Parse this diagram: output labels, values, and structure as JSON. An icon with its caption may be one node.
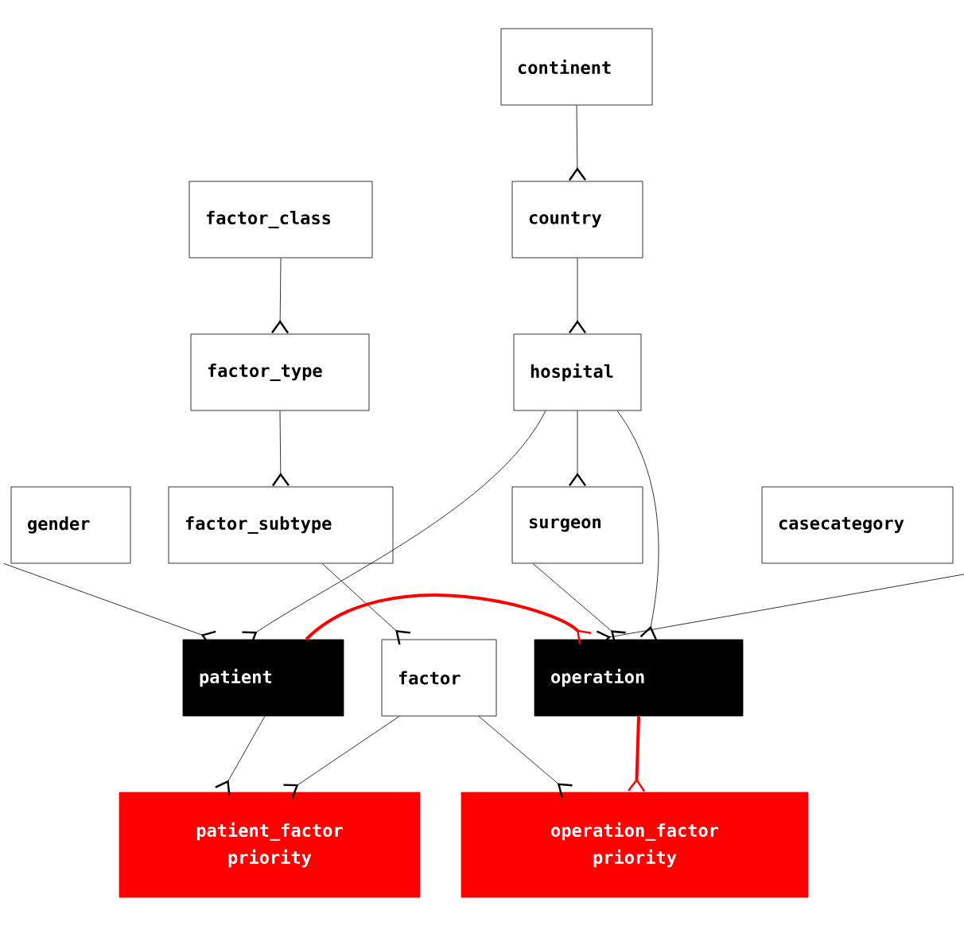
{
  "diagram": {
    "nodes": [
      {
        "text": [
          "continent"
        ]
      },
      {
        "text": [
          "factor_class"
        ]
      },
      {
        "text": [
          "country"
        ]
      },
      {
        "text": [
          "factor_type"
        ]
      },
      {
        "text": [
          "hospital"
        ]
      },
      {
        "text": [
          "gender"
        ]
      },
      {
        "text": [
          "factor_subtype"
        ]
      },
      {
        "text": [
          "surgeon"
        ]
      },
      {
        "text": [
          "casecategory"
        ]
      },
      {
        "text": [
          "patient"
        ]
      },
      {
        "text": [
          "factor"
        ]
      },
      {
        "text": [
          "operation"
        ]
      },
      {
        "text": [
          "patient_factor priority"
        ]
      },
      {
        "text": [
          "operation_factor priority"
        ]
      }
    ],
    "edges": [
      {
        "from": 0,
        "to": 2,
        "arrow": "other"
      },
      {
        "from": 2,
        "to": 4,
        "arrow": "other"
      },
      {
        "from": 1,
        "to": 3,
        "arrow": "other"
      },
      {
        "from": 3,
        "to": 6,
        "arrow": "other"
      },
      {
        "from": 4,
        "to": 7,
        "arrow": "other"
      },
      {
        "from": 4,
        "to": 9,
        "arrow": "other"
      },
      {
        "from": 4,
        "to": 11,
        "arrow": "other"
      },
      {
        "from": 5,
        "to": 9,
        "arrow": "other"
      },
      {
        "from": 6,
        "to": 10,
        "arrow": "other"
      },
      {
        "from": 7,
        "to": 11,
        "arrow": "other"
      },
      {
        "from": 8,
        "to": 11,
        "arrow": "other"
      },
      {
        "from": 9,
        "to": 12,
        "arrow": "other"
      },
      {
        "from": 10,
        "to": 12,
        "arrow": "other"
      },
      {
        "from": 10,
        "to": 13,
        "arrow": "other"
      },
      {
        "from": 11,
        "to": 13,
        "arrow": "other",
        "style": "thick",
        "color": "#ff0000"
      },
      {
        "from": 9,
        "to": 11,
        "arrow": "other",
        "style": "thick",
        "color": "#ff0000"
      }
    ]
  }
}
